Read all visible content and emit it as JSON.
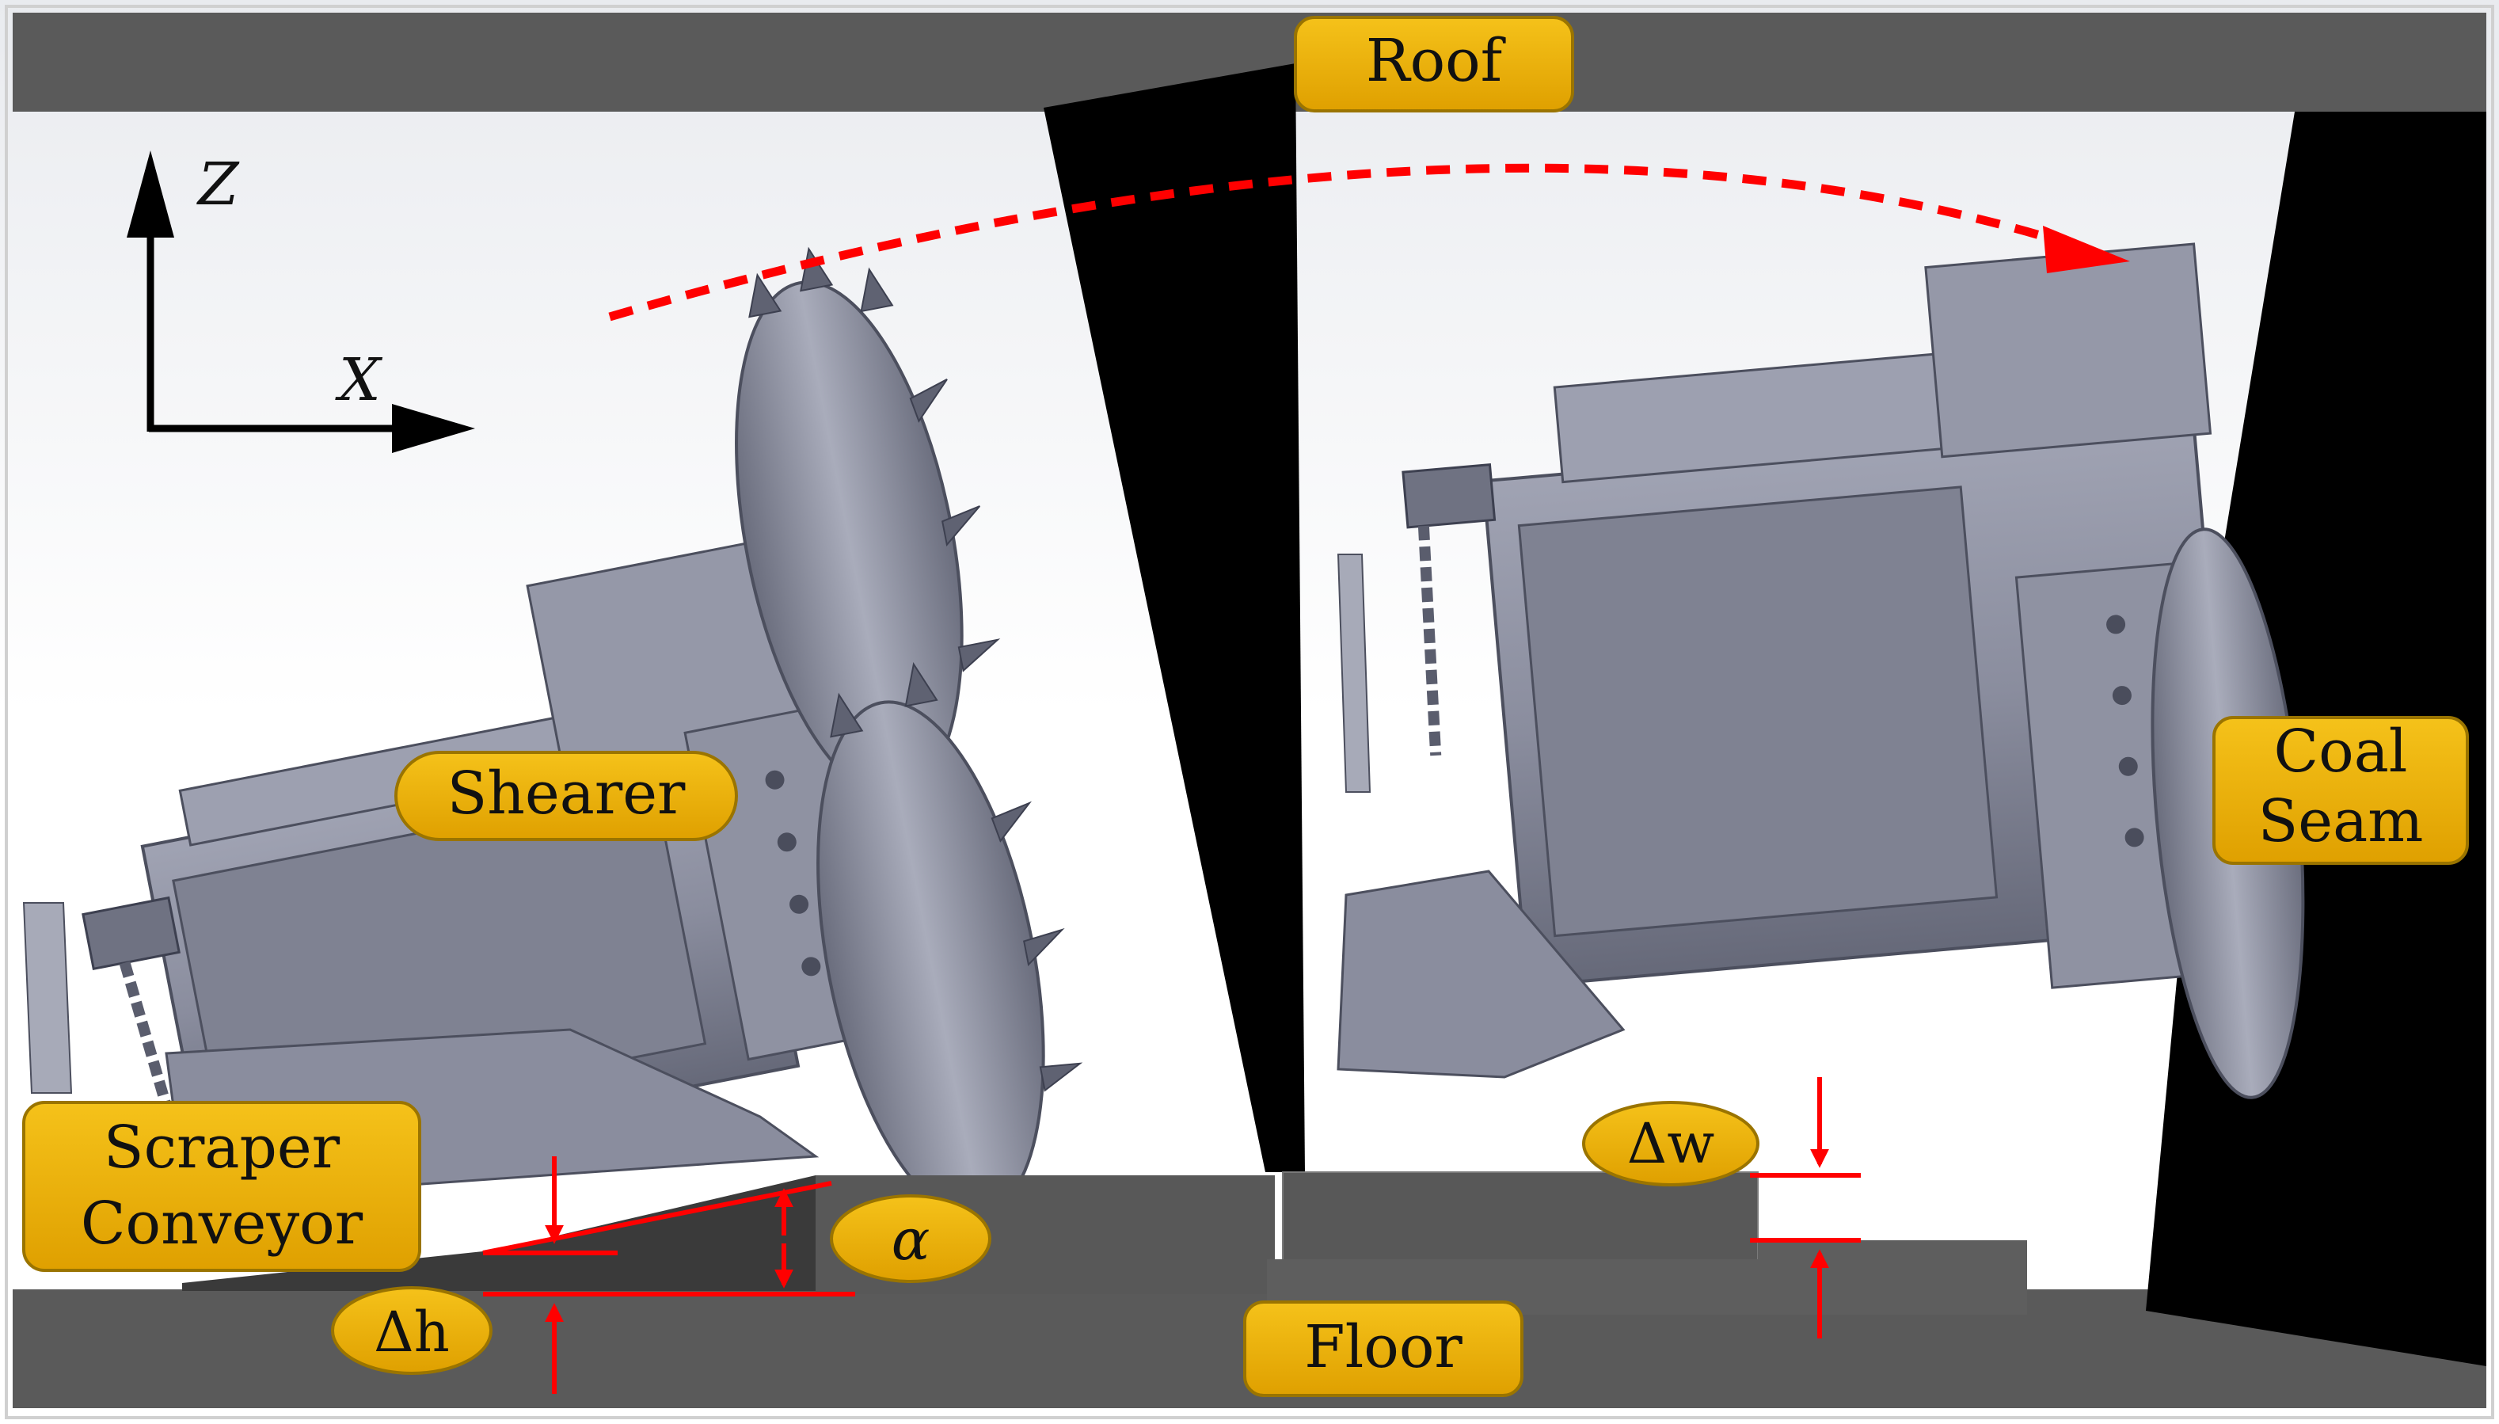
{
  "axes": {
    "z_label": "Z",
    "x_label": "X"
  },
  "labels": {
    "roof": "Roof",
    "shearer": "Shearer",
    "coal_seam_line1": "Coal",
    "coal_seam_line2": "Seam",
    "scraper_line1": "Scraper",
    "scraper_line2": "Conveyor",
    "alpha": "α",
    "delta_h": "Δh",
    "delta_w": "Δw",
    "floor": "Floor"
  },
  "colors": {
    "rock": "#5a5a5a",
    "coal": "#000000",
    "machine": "#8a8d9e",
    "machine_dark": "#5f6272",
    "machine_light": "#b4b7c6",
    "label_fill": "#e6a800",
    "label_border": "#9a7400",
    "arrow": "#ff0000"
  }
}
